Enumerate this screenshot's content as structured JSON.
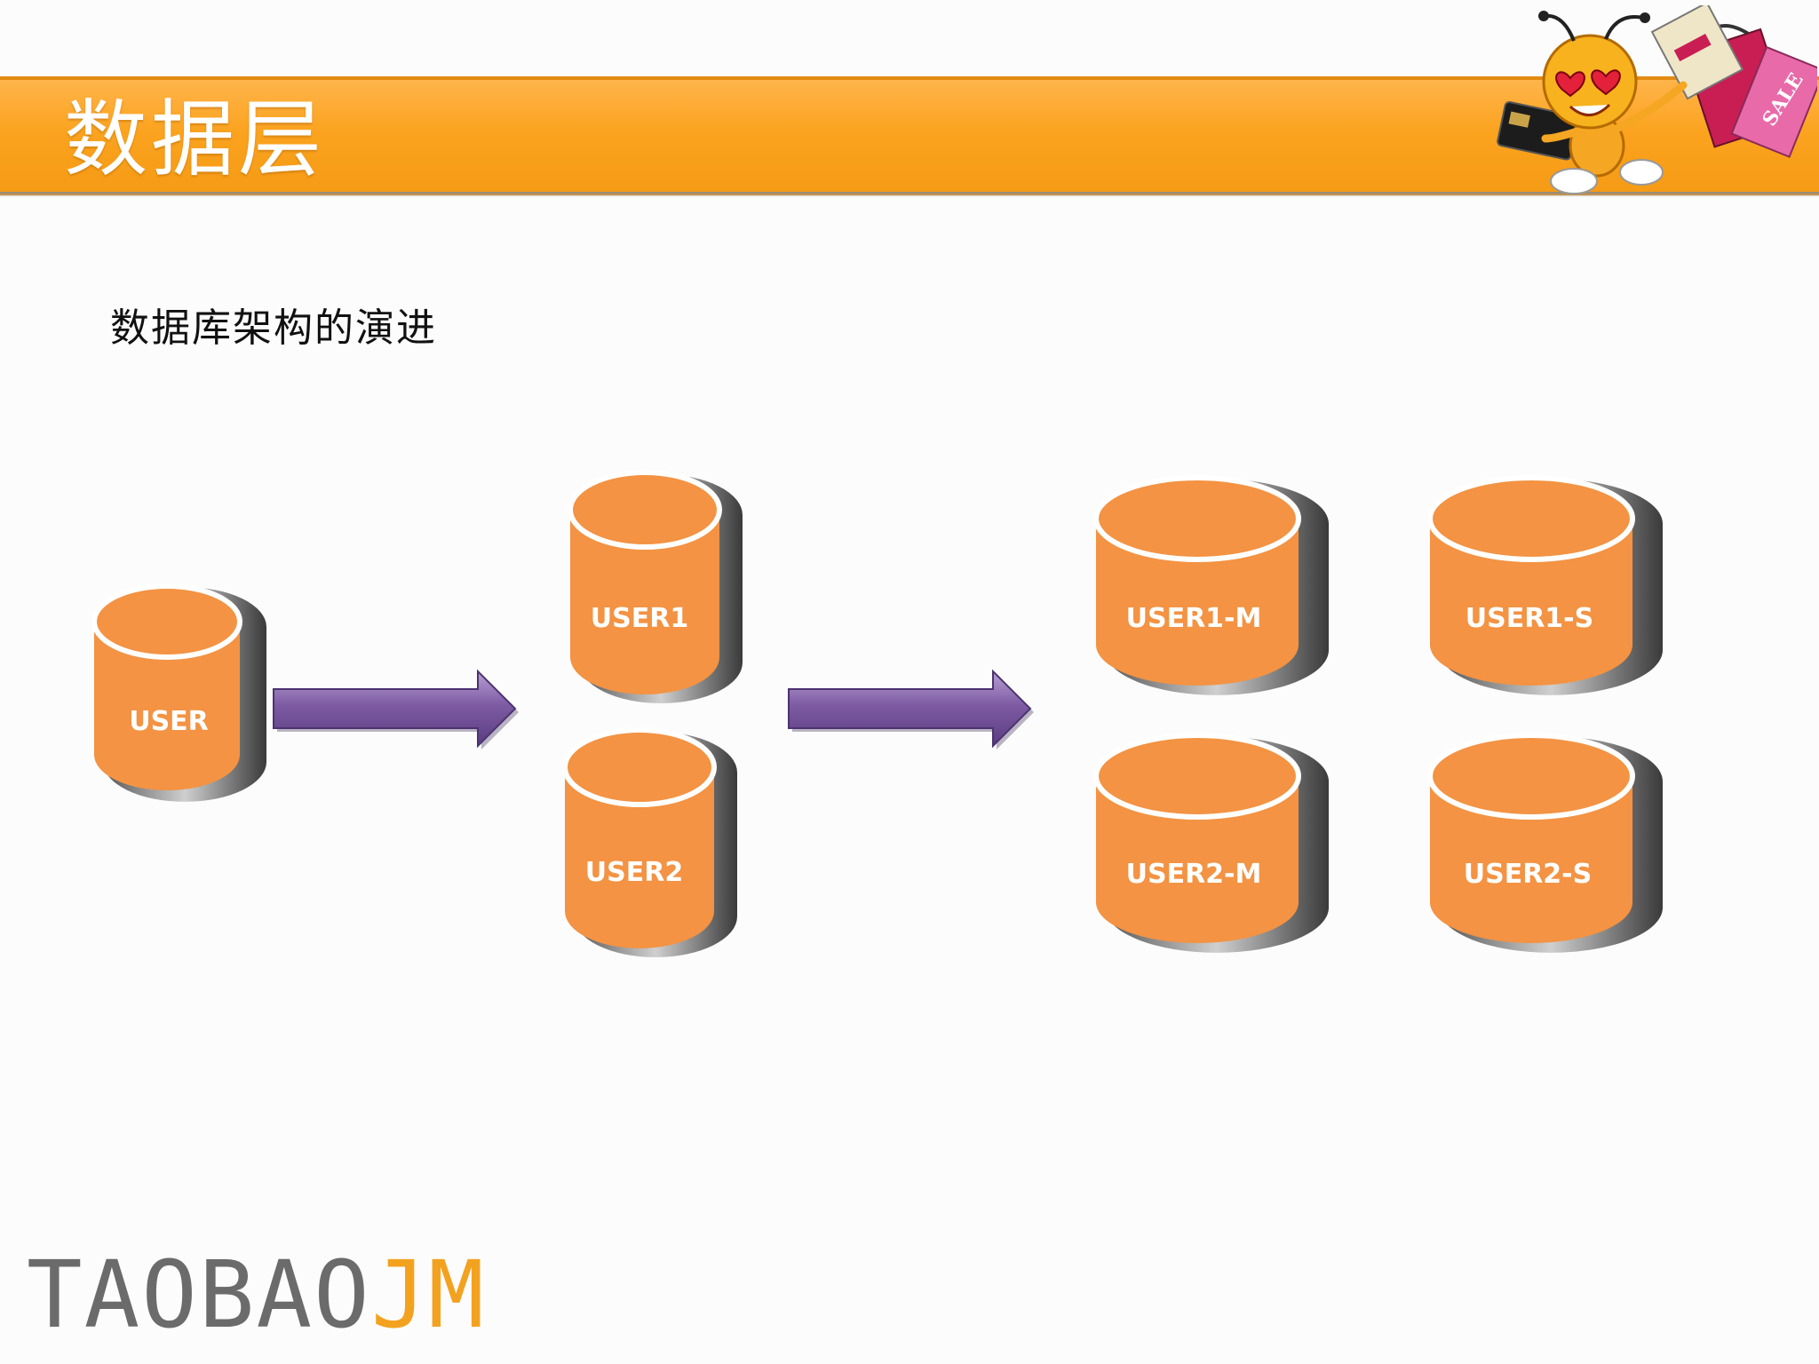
{
  "header": {
    "title": "数据层"
  },
  "content": {
    "subtitle": "数据库架构的演进"
  },
  "diagram": {
    "databases": [
      {
        "id": "user",
        "label": "USER"
      },
      {
        "id": "user1",
        "label": "USER1"
      },
      {
        "id": "user2",
        "label": "USER2"
      },
      {
        "id": "user1-m",
        "label": "USER1-M"
      },
      {
        "id": "user1-s",
        "label": "USER1-S"
      },
      {
        "id": "user2-m",
        "label": "USER2-M"
      },
      {
        "id": "user2-s",
        "label": "USER2-S"
      }
    ],
    "colors": {
      "cylinder_fill": "#f39343",
      "cylinder_shadow": "#3a3a3a",
      "arrow_fill": "#7e5ba3"
    }
  },
  "footer": {
    "logo_part1": "TAOBAO",
    "logo_part2": "JM"
  },
  "mascot": {
    "icon": "ant-mascot-shopping-icon",
    "bag_label": "SALE"
  }
}
